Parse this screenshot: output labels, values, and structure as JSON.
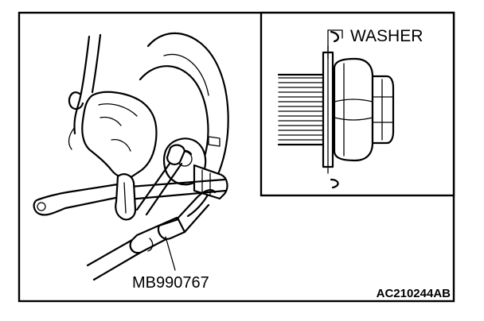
{
  "figure": {
    "inset_label": "WASHER",
    "tool_label": "MB990767",
    "figure_code": "AC210244AB"
  }
}
